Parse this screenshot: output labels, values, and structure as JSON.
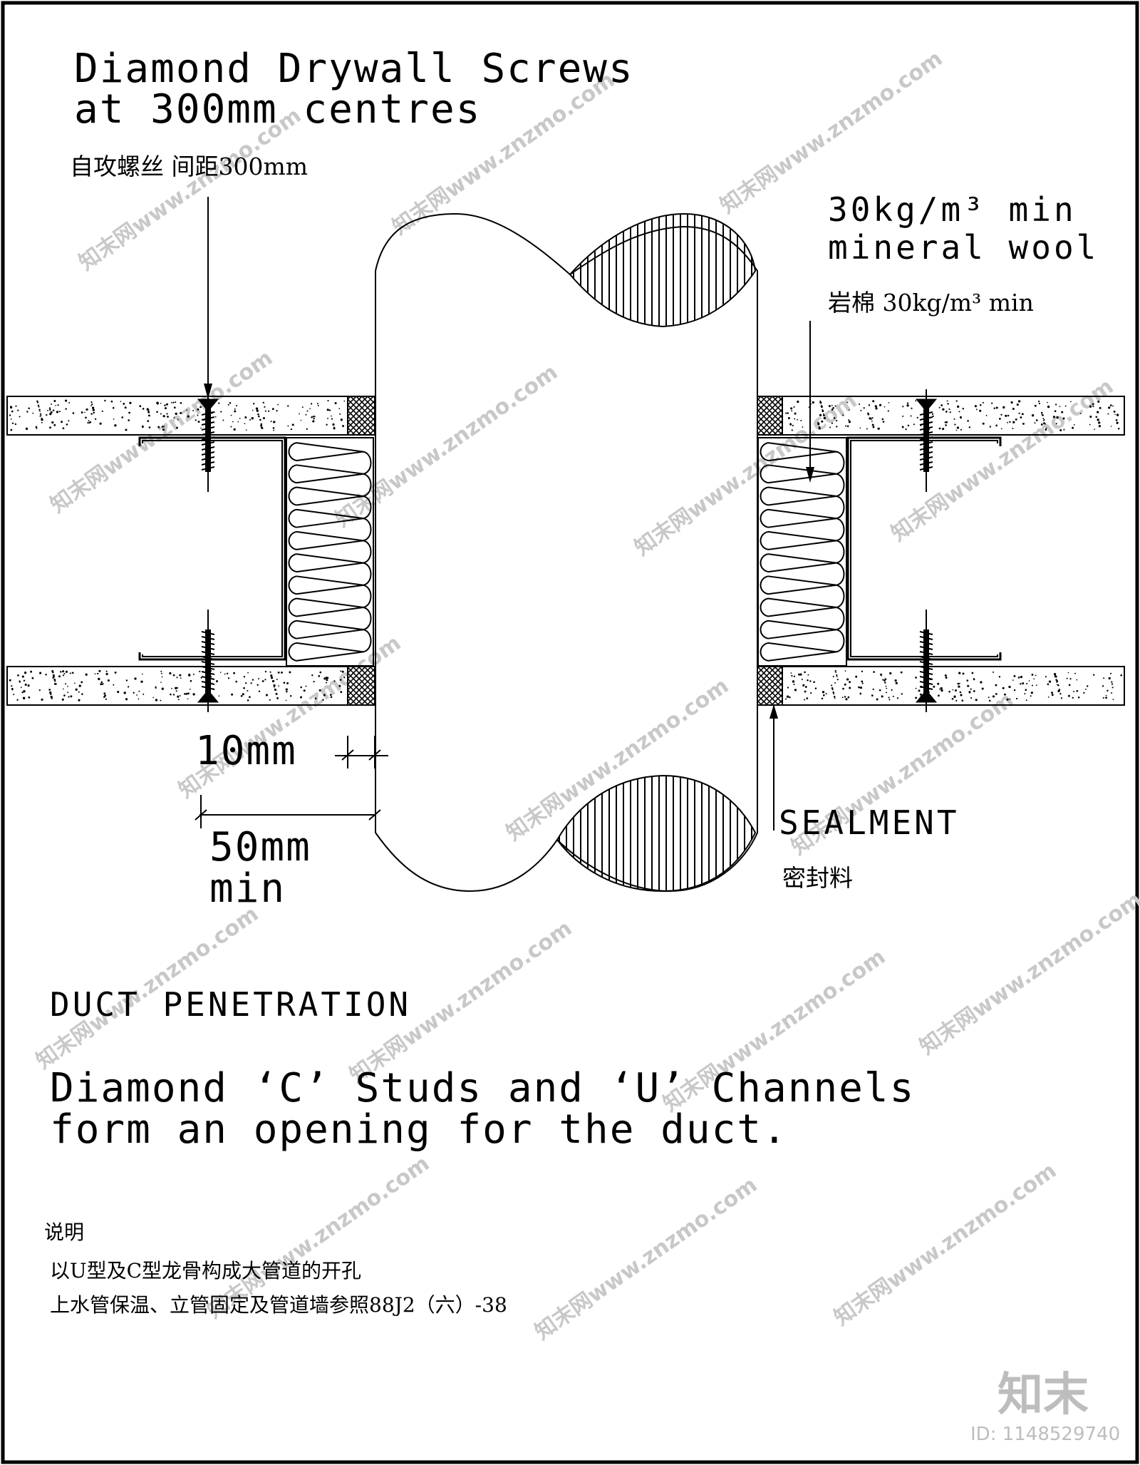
{
  "labels": {
    "screw_en_line1": "Diamond Drywall Screws",
    "screw_en_line2": "at 300mm centres",
    "screw_cn": "自攻螺丝 间距300mm",
    "wool_en_line1": "30kg/m³  min",
    "wool_en_line2": "mineral wool",
    "wool_cn": "岩棉  30kg/m³ min",
    "gap_dim": "10mm",
    "clearance_dim_line1": "50mm",
    "clearance_dim_line2": "min",
    "sealment_en": "SEALMENT",
    "sealment_cn": "密封料"
  },
  "notes": {
    "title": "DUCT PENETRATION",
    "desc_line1": "Diamond ‘C’ Studs and ‘U’ Channels",
    "desc_line2": "form an opening for the duct.",
    "cn_heading": "说明",
    "cn_line1": "以U型及C型龙骨构成大管道的开孔",
    "cn_line2": "上水管保温、立管固定及管道墙参照88J2（六）-38"
  },
  "watermark": {
    "text": "知末网www.znzmo.com",
    "logo": "知末",
    "id": "ID: 1148529740"
  },
  "colors": {
    "ink": "#000000",
    "watermark": "#c8c8c8",
    "paper": "#ffffff"
  }
}
